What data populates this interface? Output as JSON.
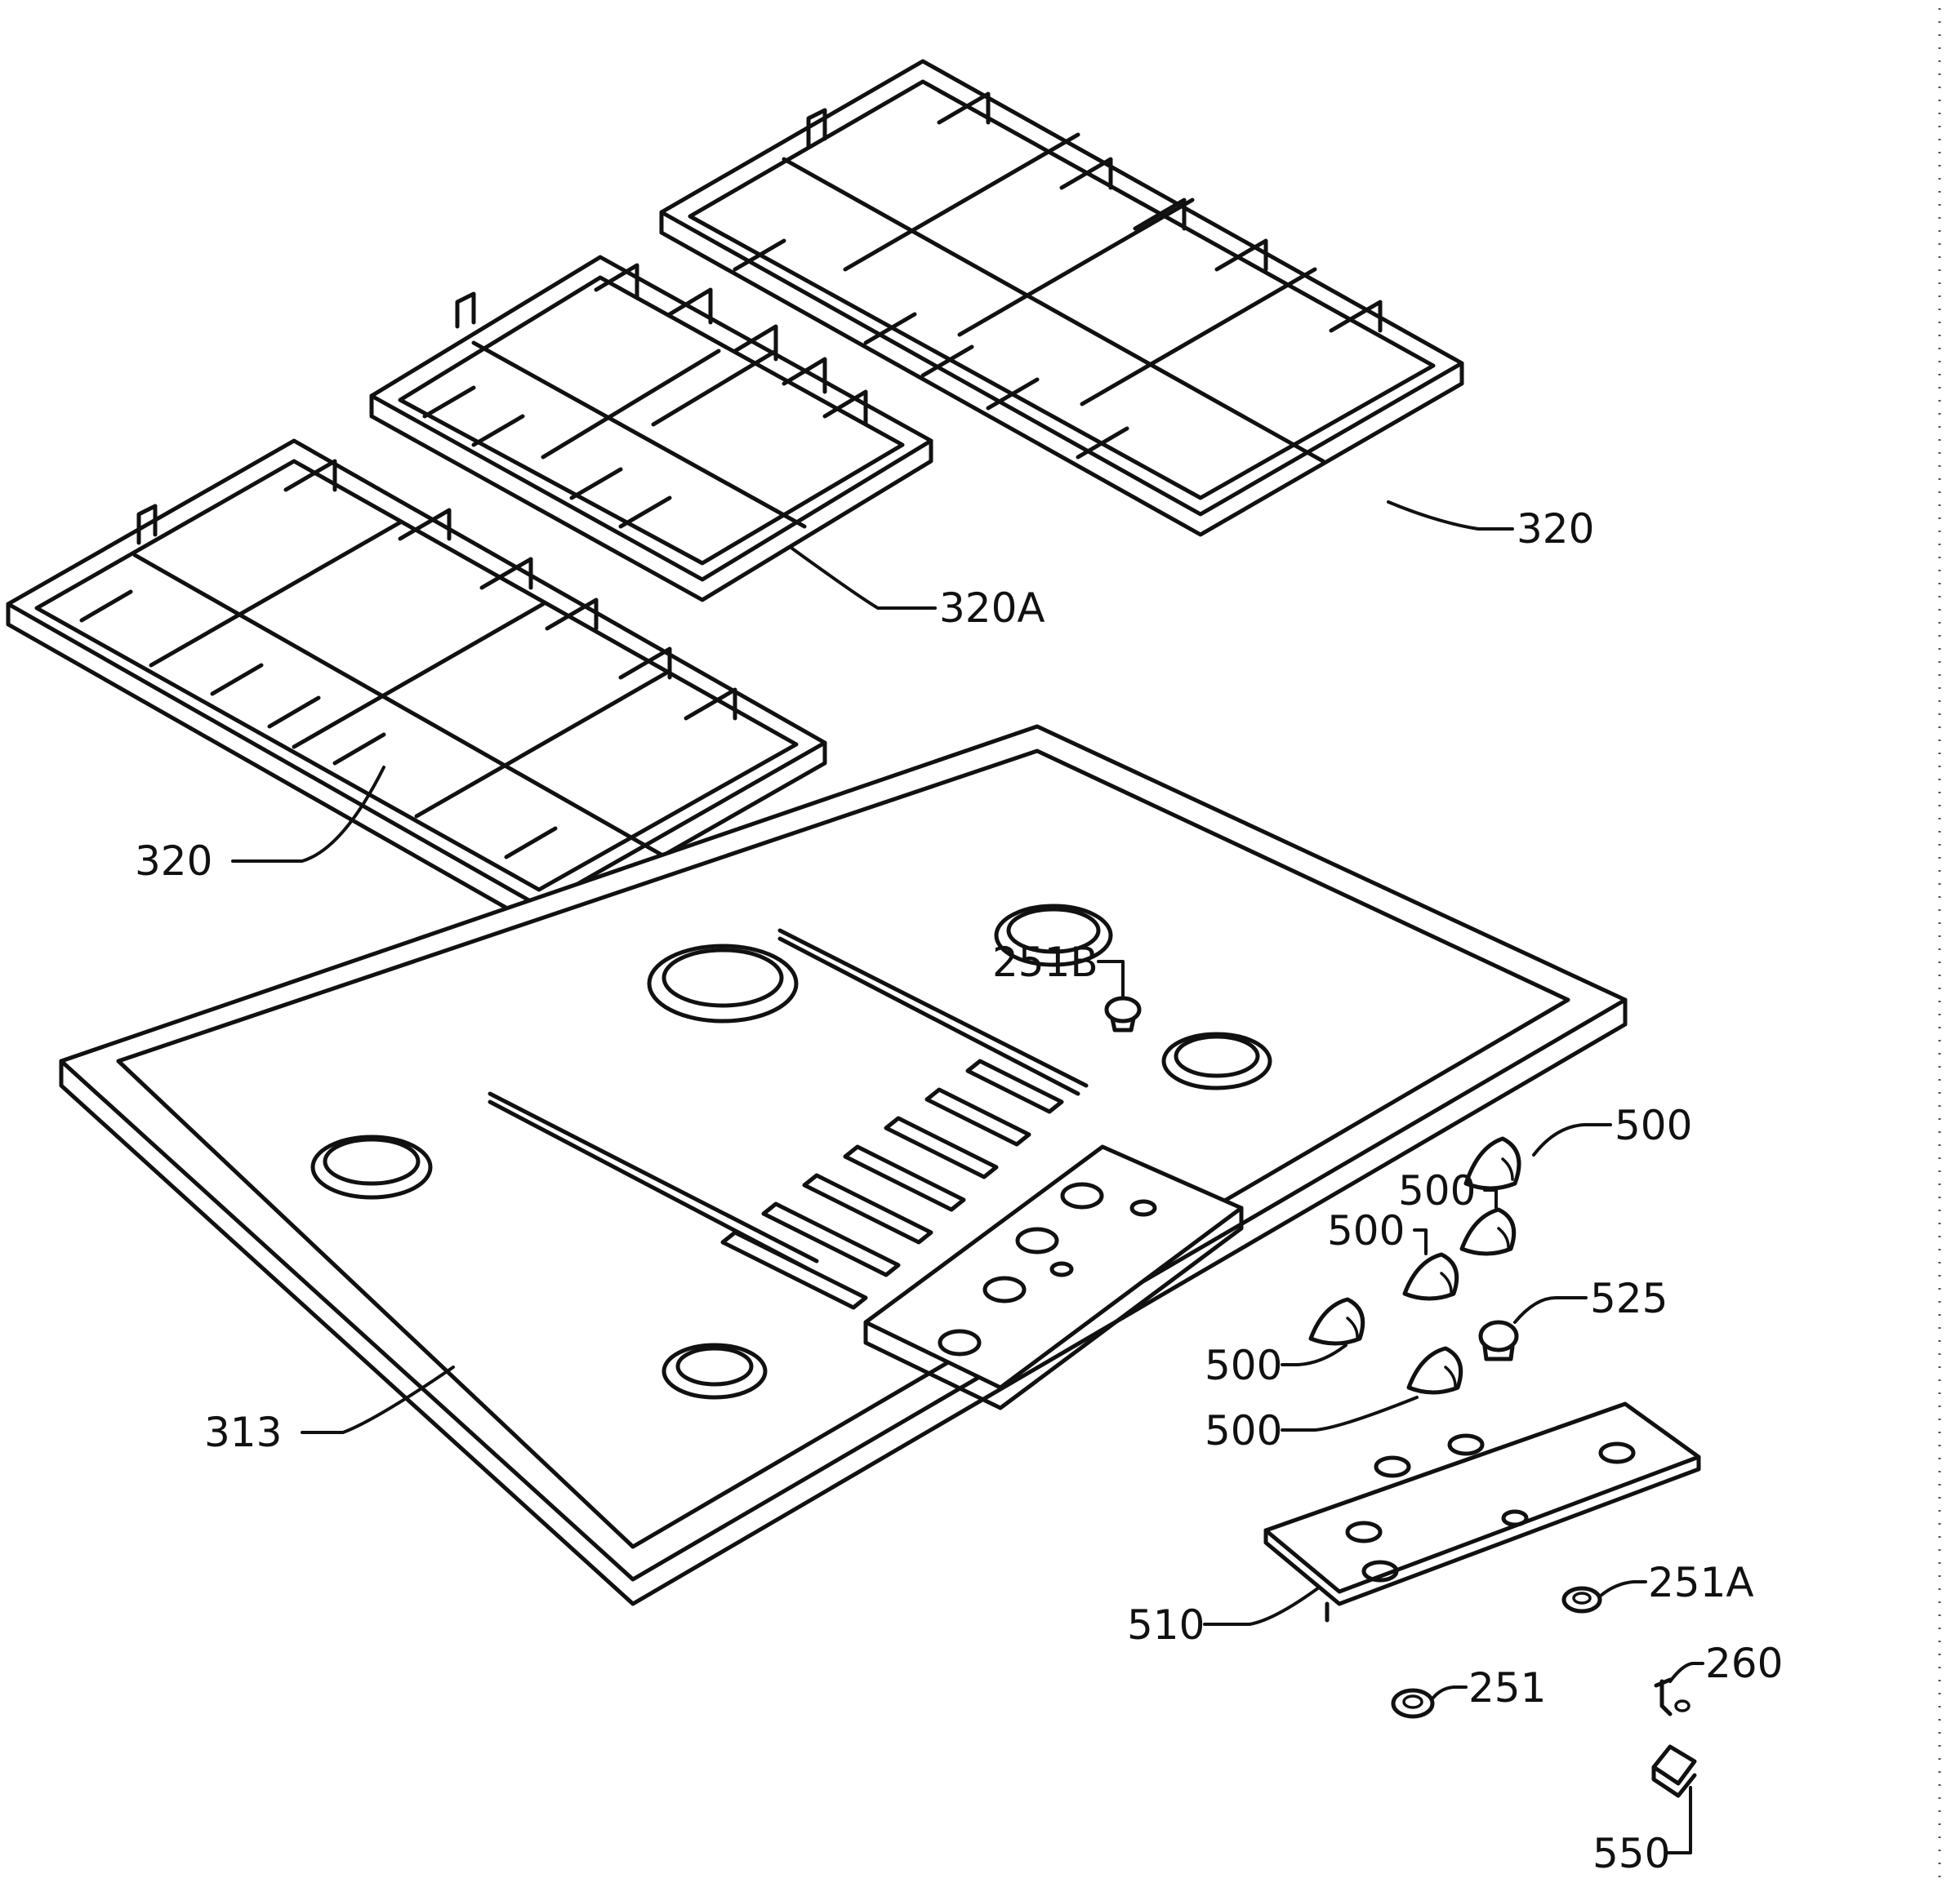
{
  "callouts": {
    "grate_right": "320",
    "grate_middle": "320A",
    "grate_left": "320",
    "cooktop": "313",
    "part_251b": "251B",
    "knob_a": "500",
    "knob_b": "500",
    "knob_c": "500",
    "knob_d": "500",
    "knob_e": "500",
    "part_525": "525",
    "part_251a": "251A",
    "part_260": "260",
    "part_510": "510",
    "part_251": "251",
    "part_550": "550"
  }
}
